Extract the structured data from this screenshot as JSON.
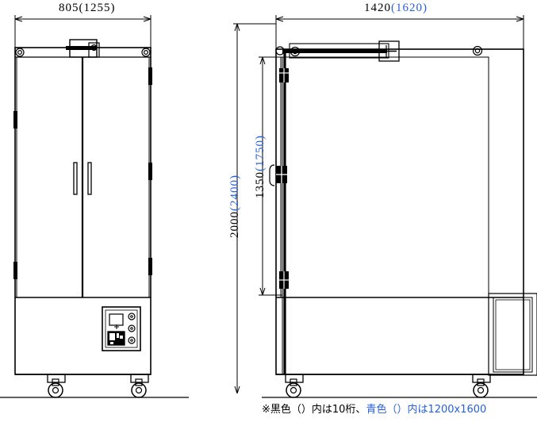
{
  "drawing": {
    "title": "Cabinet dimensional drawing",
    "views": [
      {
        "name": "front-view",
        "label": "front"
      },
      {
        "name": "side-view",
        "label": "side"
      }
    ]
  },
  "dimensions": {
    "width_left": {
      "main": "805",
      "paren": "(1255)",
      "orientation": "horizontal"
    },
    "width_right": {
      "main": "1420",
      "paren": "(1620)",
      "orientation": "horizontal"
    },
    "height_outer": {
      "main": "2000",
      "paren": "(2400)",
      "orientation": "vertical"
    },
    "height_inner": {
      "main": "1350",
      "paren": "(1750)",
      "orientation": "vertical"
    }
  },
  "note": {
    "prefix": "※黒色（）内は10桁、",
    "blue": "青色（）内は1200x1600"
  },
  "colors": {
    "line": "#000000",
    "blue": "#2a5fd6",
    "background": "#ffffff"
  }
}
